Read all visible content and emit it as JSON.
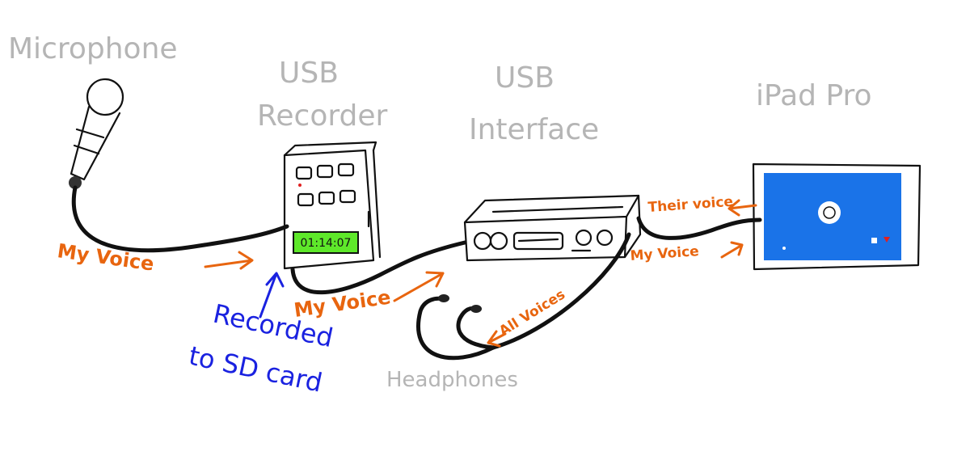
{
  "devices": {
    "microphone": "Microphone",
    "usb_recorder_line1": "USB",
    "usb_recorder_line2": "Recorder",
    "usb_interface_line1": "USB",
    "usb_interface_line2": "Interface",
    "ipad": "iPad Pro",
    "headphones": "Headphones"
  },
  "signals": {
    "my_voice_mic": "My Voice",
    "my_voice_recorder": "My Voice",
    "my_voice_ipad": "My Voice",
    "their_voice": "Their voice",
    "all_voices": "All Voices"
  },
  "notes": {
    "recorded_line1": "Recorded",
    "recorded_line2": "to SD card"
  },
  "recorder_display": "01:14:07",
  "colors": {
    "device_label": "#b5b5b5",
    "signal_label": "#e8650f",
    "note_label": "#1a22e0",
    "recorder_screen": "#5ee82a",
    "ipad_screen": "#1a73e8",
    "cable": "#111111"
  }
}
